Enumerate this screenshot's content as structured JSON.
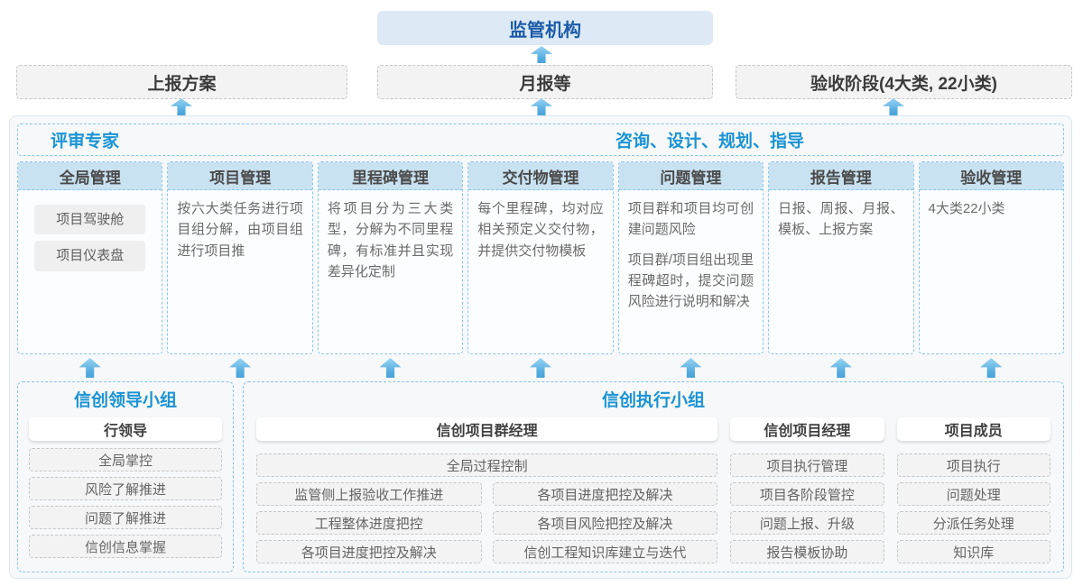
{
  "colors": {
    "accent_blue": "#1a93d4",
    "dark_blue": "#1b5ca8",
    "column_header_bg": "#c9e2f1",
    "arrow_blue": "#55ace0",
    "dashed_blue_border": "#85c5ea"
  },
  "top": {
    "regulator": "监管机构"
  },
  "report_row": {
    "plan": "上报方案",
    "monthly": "月报等",
    "acceptance": "验收阶段(4大类, 22小类)"
  },
  "main": {
    "left_header": "评审专家",
    "right_header": "咨询、设计、规划、指导",
    "columns": [
      {
        "title": "全局管理",
        "pills": [
          "项目驾驶舱",
          "项目仪表盘"
        ]
      },
      {
        "title": "项目管理",
        "paragraphs": [
          "按六大类任务进行项目组分解，由项目组进行项目推"
        ]
      },
      {
        "title": "里程碑管理",
        "paragraphs": [
          "将项目分为三大类型，分解为不同里程碑，有标准并且实现差异化定制"
        ]
      },
      {
        "title": "交付物管理",
        "paragraphs": [
          "每个里程碑，均对应相关预定义交付物，并提供交付物模板"
        ]
      },
      {
        "title": "问题管理",
        "paragraphs": [
          "项目群和项目均可创建问题风险",
          "项目群/项目组出现里程碑超时，提交问题风险进行说明和解决"
        ]
      },
      {
        "title": "报告管理",
        "paragraphs": [
          "日报、周报、月报、模板、上报方案"
        ]
      },
      {
        "title": "验收管理",
        "paragraphs": [
          "4大类22小类"
        ]
      }
    ]
  },
  "bottom": {
    "leader_group": {
      "title": "信创领导小组",
      "role": "行领导",
      "items": [
        "全局掌控",
        "风险了解推进",
        "问题了解推进",
        "信创信息掌握"
      ]
    },
    "exec_group": {
      "title": "信创执行小组",
      "program_manager": {
        "role": "信创项目群经理",
        "full_item": "全局过程控制",
        "col1": [
          "监管侧上报验收工作推进",
          "工程整体进度把控",
          "各项目进度把控及解决"
        ],
        "col2": [
          "各项目进度把控及解决",
          "各项目风险把控及解决",
          "信创工程知识库建立与迭代"
        ]
      },
      "project_manager": {
        "role": "信创项目经理",
        "items": [
          "项目执行管理",
          "项目各阶段管控",
          "问题上报、升级",
          "报告模板协助"
        ]
      },
      "member": {
        "role": "项目成员",
        "items": [
          "项目执行",
          "问题处理",
          "分派任务处理",
          "知识库"
        ]
      }
    }
  }
}
